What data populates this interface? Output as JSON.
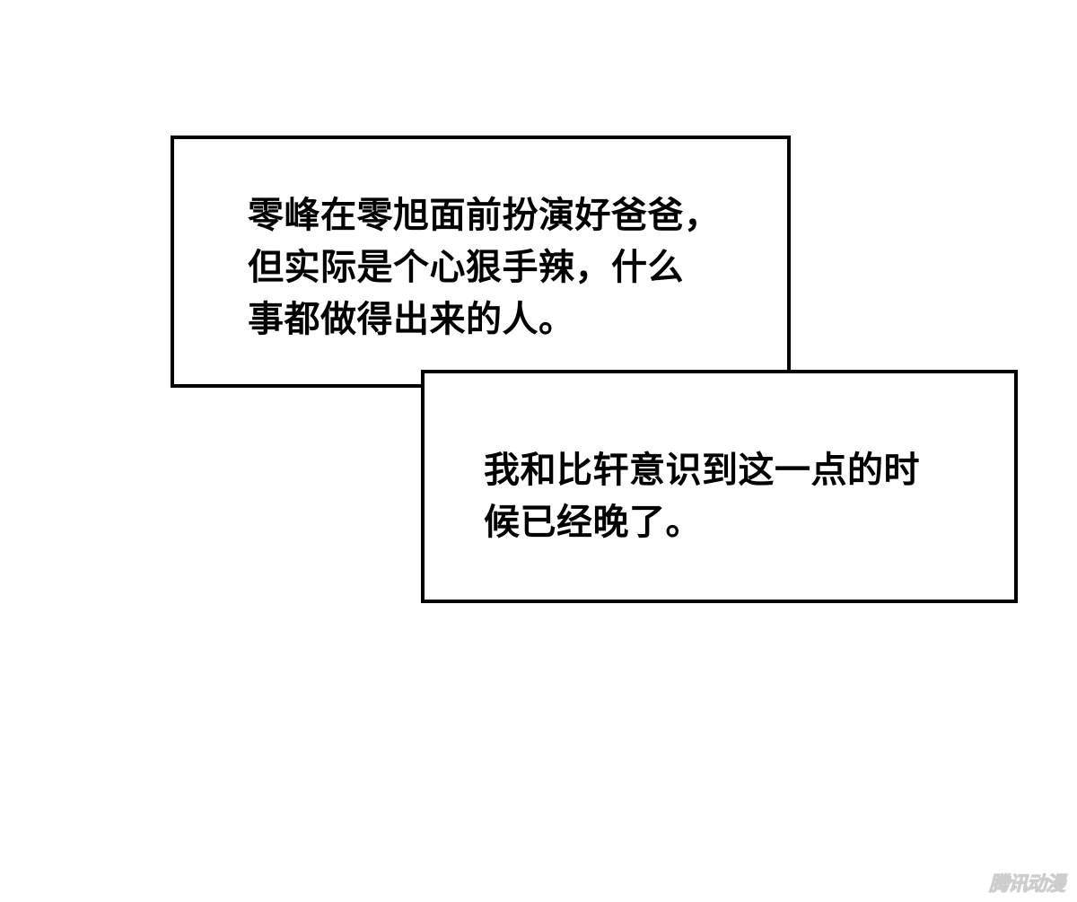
{
  "captions": [
    {
      "lines": [
        "零峰在零旭面前扮演好爸爸，",
        "但实际是个心狠手辣，什么",
        "事都做得出来的人。"
      ]
    },
    {
      "lines": [
        "我和比轩意识到这一点的时",
        "候已经晚了。"
      ]
    }
  ],
  "watermark": {
    "text": "腾讯动漫"
  }
}
